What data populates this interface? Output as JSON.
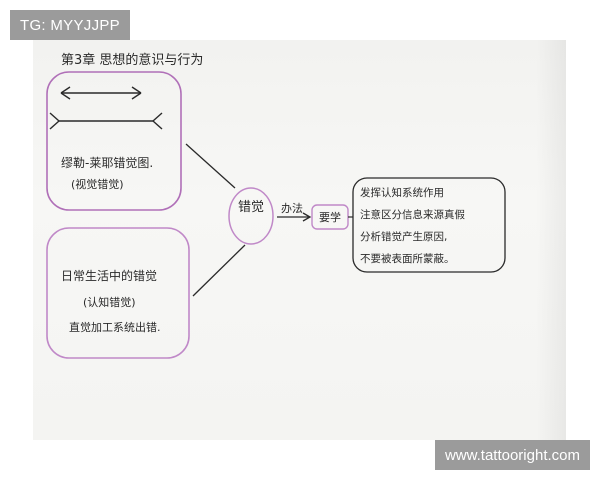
{
  "watermarks": {
    "top_left": "TG: MYYJJPP",
    "bottom_right": "www.tattooright.com"
  },
  "note": {
    "heading": "第3章 思想的意识与行为",
    "box_top_left": {
      "line1": "缪勒-莱耶错觉图.",
      "line2": "(视觉错觉)"
    },
    "box_bottom_left": {
      "line1": "日常生活中的错觉",
      "line2": "(认知错觉)",
      "line3": "直觉加工系统出错."
    },
    "center_node": "错觉",
    "arrow_label": "办法",
    "target_node": "要学",
    "box_right": {
      "line1": "发挥认知系统作用",
      "line2": "注意区分信息来源真假",
      "line3": "分析错觉产生原因,",
      "line4": "不要被表面所蒙蔽。"
    }
  },
  "colors": {
    "pen": "#2a2a2a",
    "box_outline": "#b070b8",
    "box_outline_alt": "#c089c8",
    "watermark_bg": "#9b9b9b"
  }
}
